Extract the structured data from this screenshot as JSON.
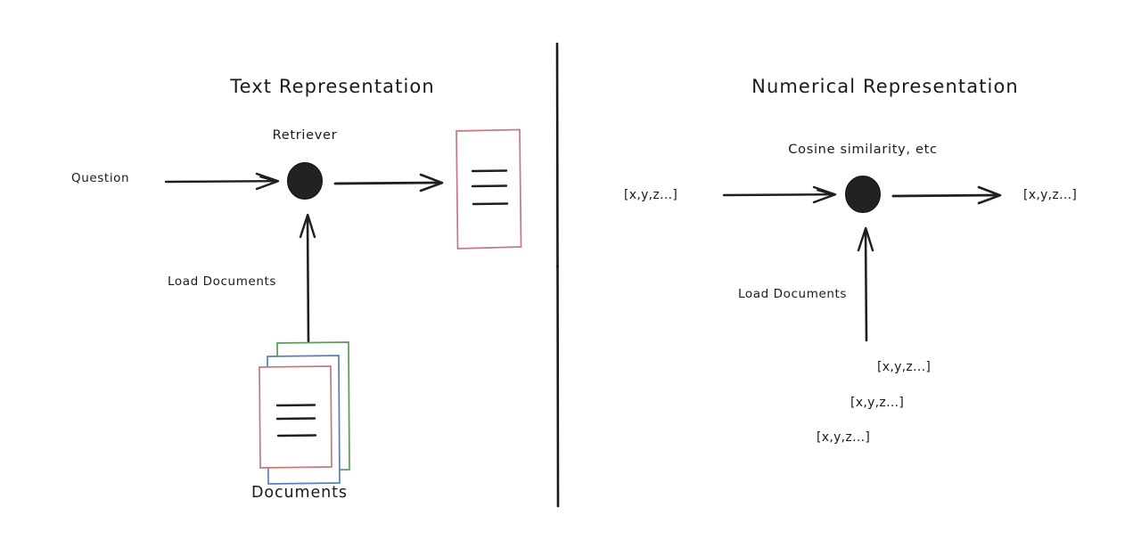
{
  "diagram": {
    "title_left": "Text Representation",
    "title_right": "Numerical Representation",
    "background_color": "#ffffff",
    "ink_color": "#1f1f1f",
    "palette": {
      "green": "#5a9b5a",
      "blue": "#5a7fb5",
      "red": "#cc4b4b",
      "doc_red": "#c8787e"
    }
  },
  "left_panel": {
    "title": "Text Representation",
    "retriever_label": "Retriever",
    "question_label": "Question",
    "load_documents_label": "Load Documents",
    "documents_caption": "Documents",
    "result_doc_name": "retrieved-document",
    "doc_stack": [
      {
        "color_name": "green",
        "color": "#5a9b5a"
      },
      {
        "color_name": "blue",
        "color": "#5a7fb5"
      },
      {
        "color_name": "red",
        "color": "#c8787e"
      }
    ]
  },
  "right_panel": {
    "title": "Numerical Representation",
    "similarity_label": "Cosine similarity, etc",
    "input_vector": "[x,y,z...]",
    "output_vector": "[x,y,z...]",
    "load_documents_label": "Load Documents",
    "embedded_vectors": [
      {
        "text": "[x,y,z...]",
        "color_name": "green",
        "color": "#3f8f3f"
      },
      {
        "text": "[x,y,z...]",
        "color_name": "blue",
        "color": "#3f6fbf"
      },
      {
        "text": "[x,y,z...]",
        "color_name": "red",
        "color": "#cc3333"
      }
    ]
  }
}
